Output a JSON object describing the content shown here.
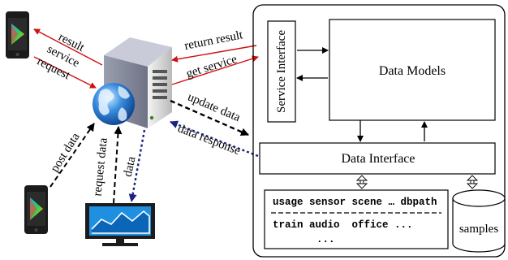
{
  "labels": {
    "result": "result",
    "service": "service",
    "request": "request",
    "return_result": "return result",
    "get_service": "get service",
    "update_data": "update data",
    "data_response": "data response",
    "post_data": "post data",
    "request_data": "request data",
    "data": "data"
  },
  "boxes": {
    "service_interface": "Service Interface",
    "data_models": "Data Models",
    "data_interface": "Data Interface",
    "samples": "samples"
  },
  "table": {
    "header": "usage sensor scene … dbpath",
    "row": "train audio  office ...",
    "more": "..."
  },
  "colors": {
    "red_arrow": "#cc1111",
    "blue_arrow": "#1a237e",
    "black": "#000000"
  }
}
